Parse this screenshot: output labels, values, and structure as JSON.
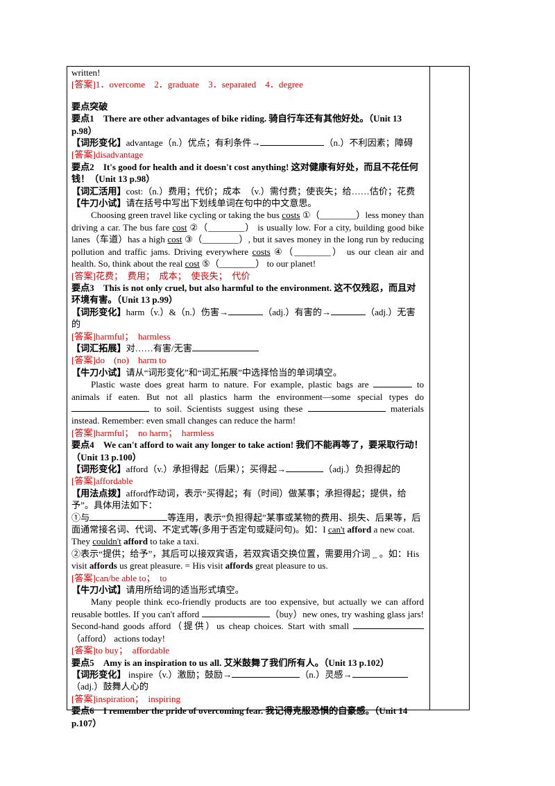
{
  "intro": {
    "written": "written!",
    "ans": "[答案]1．overcome　2．graduate　3．separated　4．degree"
  },
  "section_title": "要点突破",
  "p1": {
    "head": "要点1　There are other advantages of bike riding. 骑自行车还有其他好处。（Unit 13 p.98）",
    "label": "【词形变化】",
    "text_a": "advantage（n.）优点；有利条件→",
    "text_b": "（n.）不利因素；障碍",
    "ans": "[答案]disadvantage"
  },
  "p2": {
    "head": "要点2　It's good for health and it doesn't cost anything! 这对健康有好处，而且不花任何钱！（Unit 13 p.98）",
    "label1": "【词汇活用】",
    "text1": "cost:（n.）费用；代价；成本　（v.）需付费；使丧失；给……估价；花费",
    "label2": "【牛刀小试】",
    "text2": "请在括号中写出下划线单词在句中的中文意思。",
    "passage": [
      "Choosing green travel like cycling or taking the bus ",
      "costs",
      " ①（________）less money than driving a car. The bus fare ",
      "cost",
      " ②（________） is usually low. For a city, building good bike lanes（车道）has a high ",
      "cost",
      " ③（________）, but it saves money in the long run by reducing pollution and traffic jams. Driving everywhere ",
      "costs",
      " ④（________） us our clean air and health. So, think about the real ",
      "cost",
      " ⑤（________） to our planet!"
    ],
    "ans": "[答案]花费；　费用；　成本；　使丧失；　代价"
  },
  "p3": {
    "head": "要点3　This is not only cruel, but also harmful to the environment. 这不仅残忍，而且对环境有害。（Unit 13 p.99）",
    "label1": "【词形变化】",
    "text1a": "harm（v.）&（n.）伤害→",
    "text1b": "（adj.）有害的→",
    "text1c": "（adj.）无害的",
    "ans1": "[答案]harmful；　harmless",
    "label2": "【词汇拓展】",
    "text2": "对……有害/无害",
    "ans2": "[答案]do　(no)　harm to",
    "label3": "【牛刀小试】",
    "text3": "请从“词形变化”和“词汇拓展”中选择恰当的单词填空。",
    "passage_a": "Plastic waste does great harm to nature. For example, plastic bags are",
    "passage_b": "to animals if eaten. But not all plastics harm the environment—some special types do",
    "passage_c": "to soil. Scientists suggest using these",
    "passage_d": "materials instead. Remember: even small changes can reduce the harm!",
    "ans3": "[答案]harmful；　no harm；　harmless"
  },
  "p4": {
    "head": "要点4　We can't afford to wait any longer to take action! 我们不能再等了，要采取行动！（Unit 13 p.100）",
    "label1": "【词形变化】",
    "text1a": "afford（v.）承担得起（后果）；买得起→",
    "text1b": "（adj.）负担得起的",
    "ans1": "[答案]affordable",
    "label2": "【用法点拨】",
    "text2": "afford作动词，表示“买得起；有（时间）做某事；承担得起；提供，给予”。具体用法如下：",
    "use1a": "①与",
    "use1b": "等连用，表示“负担得起”某事或某物的费用、损失、后果等，后面通常接名词、代词、不定式等(多用于否定句或疑问句)。如：I ",
    "use1c": "can't",
    "use1d": "afford",
    "use1e": " a new coat. They ",
    "use1f": "couldn't",
    "use1g": "afford",
    "use1h": " to take a taxi.",
    "use2a": "②表示“提供；给予”，其后可以接双宾语，若双宾语交换位置，需要用介词 _ 。如：His visit ",
    "use2b": "affords",
    "use2c": " us great pleasure. = His visit ",
    "use2d": "affords",
    "use2e": " great pleasure to us.",
    "ans2": "[答案]can/be able to；　to",
    "label3": "【牛刀小试】",
    "text3": "请用所给词的适当形式填空。",
    "passage_a": "Many people think eco-friendly products are too expensive, but actually we can afford reusable bottles. If you can't afford",
    "passage_b": "（buy）new ones, try washing glass jars! Second-hand goods afford（提供）us cheap choices. Start with small",
    "passage_c": "（afford） actions today!",
    "ans3": "[答案]to buy；　affordable"
  },
  "p5": {
    "head": "要点5　Amy is an inspiration to us all. 艾米鼓舞了我们所有人。（Unit 13 p.102）",
    "label": "【词形变化】",
    "text_a": " inspire（v.）激励；鼓励→",
    "text_b": "（n.）灵感→",
    "text_c": "（adj.）鼓舞人心的",
    "ans": "[答案]inspiration；　inspiring"
  },
  "p6": {
    "head": "要点6　I remember the pride of overcoming fear. 我记得克服恐惧的自豪感。（Unit 14 p.107）"
  }
}
